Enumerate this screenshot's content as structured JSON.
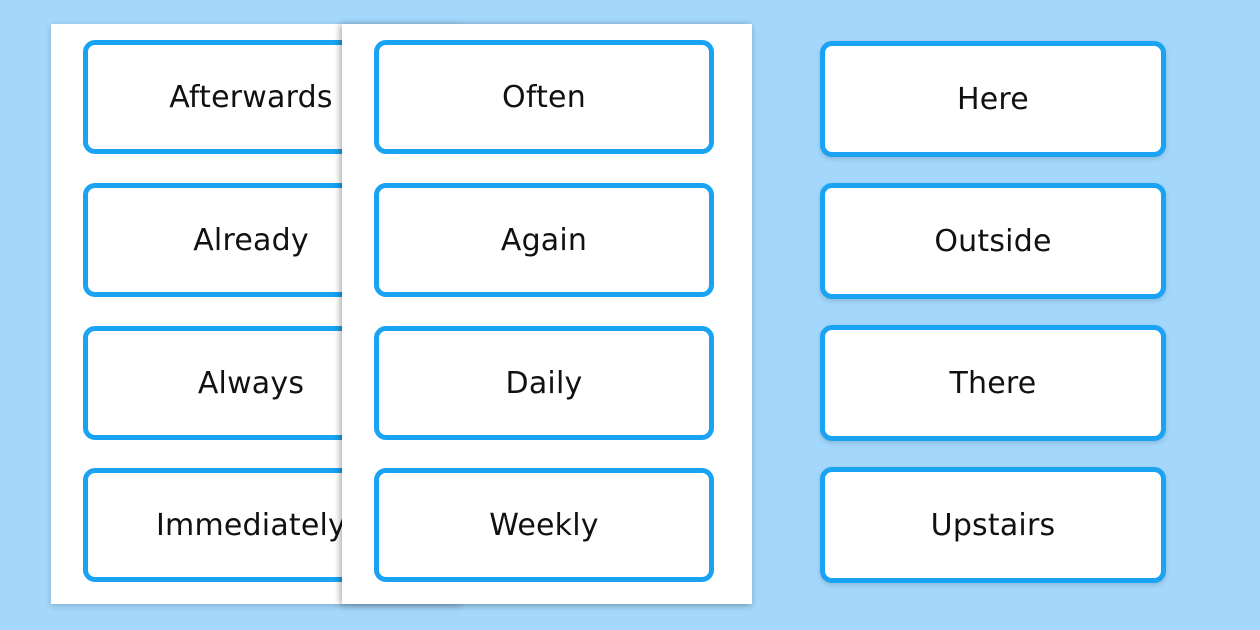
{
  "back_sheet": {
    "cards": [
      "Afterwards",
      "Already",
      "Always",
      "Immediately"
    ]
  },
  "front_sheet": {
    "cards": [
      "Often",
      "Again",
      "Daily",
      "Weekly"
    ]
  },
  "loose_cards": [
    "Here",
    "Outside",
    "There",
    "Upstairs"
  ],
  "colors": {
    "background": "#a3d7fb",
    "card_border": "#1aa3f3",
    "sheet": "#ffffff",
    "text": "#111111"
  }
}
